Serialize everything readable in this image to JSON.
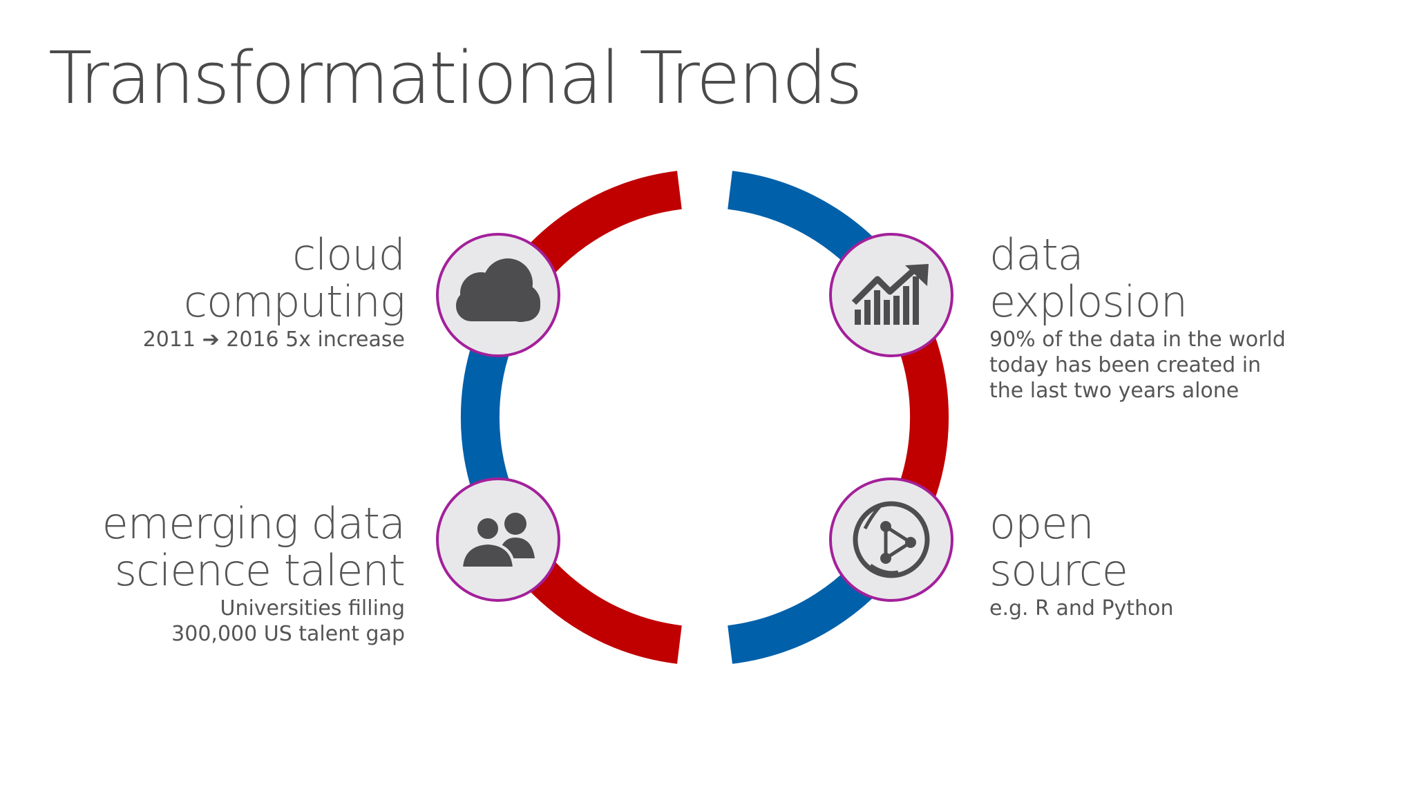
{
  "title": "Transformational Trends",
  "colors": {
    "red": "#c00000",
    "blue": "#0060aa",
    "ring_border": "#a3209a",
    "circle_fill": "#e8e8ea",
    "icon": "#4d4d4f",
    "text": "#555555"
  },
  "trends": {
    "cloud": {
      "heading_line1": "cloud",
      "heading_line2": "computing",
      "sub_start": "2011",
      "sub_arrow": "➔",
      "sub_end": "2016 5x increase",
      "icon": "cloud-icon"
    },
    "data": {
      "heading_line1": "data",
      "heading_line2": "explosion",
      "sub_line1": "90% of the data in the world",
      "sub_line2": "today has been created in",
      "sub_line3": "the last two years alone",
      "icon": "growth-chart-icon"
    },
    "talent": {
      "heading_line1": "emerging data",
      "heading_line2": "science talent",
      "sub_line1": "Universities filling",
      "sub_line2": "300,000 US talent gap",
      "icon": "people-icon"
    },
    "open": {
      "heading_line1": "open",
      "heading_line2": "source",
      "sub_line1": "e.g. R and Python",
      "icon": "network-globe-icon"
    }
  }
}
